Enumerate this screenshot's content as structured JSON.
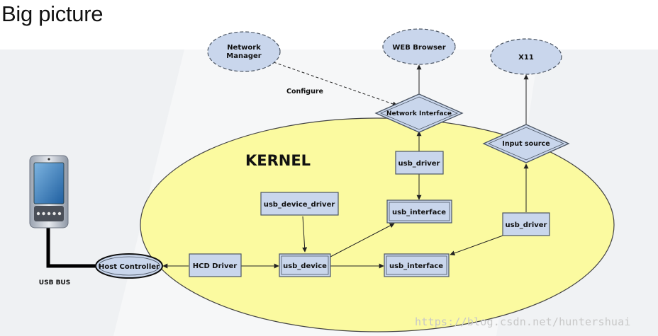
{
  "title": "Big picture",
  "kernel_label": "KERNEL",
  "usb_bus_label": "USB BUS",
  "nodes": {
    "network_manager": [
      "Network",
      "Manager"
    ],
    "web_browser": "WEB Browser",
    "x11": "X11",
    "network_interface": "Network Interface",
    "input_source": "Input source",
    "usb_driver_top": "usb_driver",
    "usb_driver_right": "usb_driver",
    "usb_device_driver": "usb_device_driver",
    "usb_interface_top": "usb_interface",
    "usb_interface_bottom": "usb_interface",
    "usb_device": "usb_device",
    "hcd_driver": "HCD Driver",
    "host_controller": "Host Controller"
  },
  "edge_label_configure": "Configure",
  "watermark": "https://blog.csdn.net/huntershuai",
  "colors": {
    "kernel_fill": "#fbfaa0",
    "node_fill": "#c9d6ec",
    "node_stroke": "#4b5563",
    "edge": "#222222"
  }
}
